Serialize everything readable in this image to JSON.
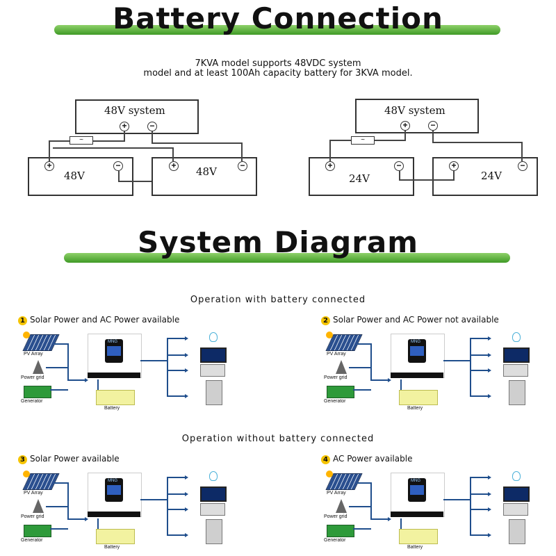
{
  "battery_connection": {
    "title": "Battery Connection",
    "note_line1": "7KVA model supports  48VDC system",
    "note_line2": "model and at least 100Ah capacity battery for 3KVA model.",
    "left": {
      "system_label": "48V  system",
      "battery1": "48V",
      "battery2": "48V"
    },
    "right": {
      "system_label": "48V  system",
      "battery1": "24V",
      "battery2": "24V"
    },
    "plus": "+",
    "minus": "−",
    "fuse": "~"
  },
  "system_diagram": {
    "title": "System Diagram",
    "with_battery": "Operation with battery connected",
    "without_battery": "Operation without  battery connected",
    "panels": [
      {
        "num": "1",
        "title": "Solar Power and AC Power available"
      },
      {
        "num": "2",
        "title": "Solar Power and AC Power not available"
      },
      {
        "num": "3",
        "title": "Solar Power available"
      },
      {
        "num": "4",
        "title": "AC Power available"
      }
    ],
    "labels": {
      "pv": "PV Array",
      "grid": "Power grid",
      "gen": "Generator",
      "battery": "Battery",
      "inv_brand": "MNG"
    }
  }
}
